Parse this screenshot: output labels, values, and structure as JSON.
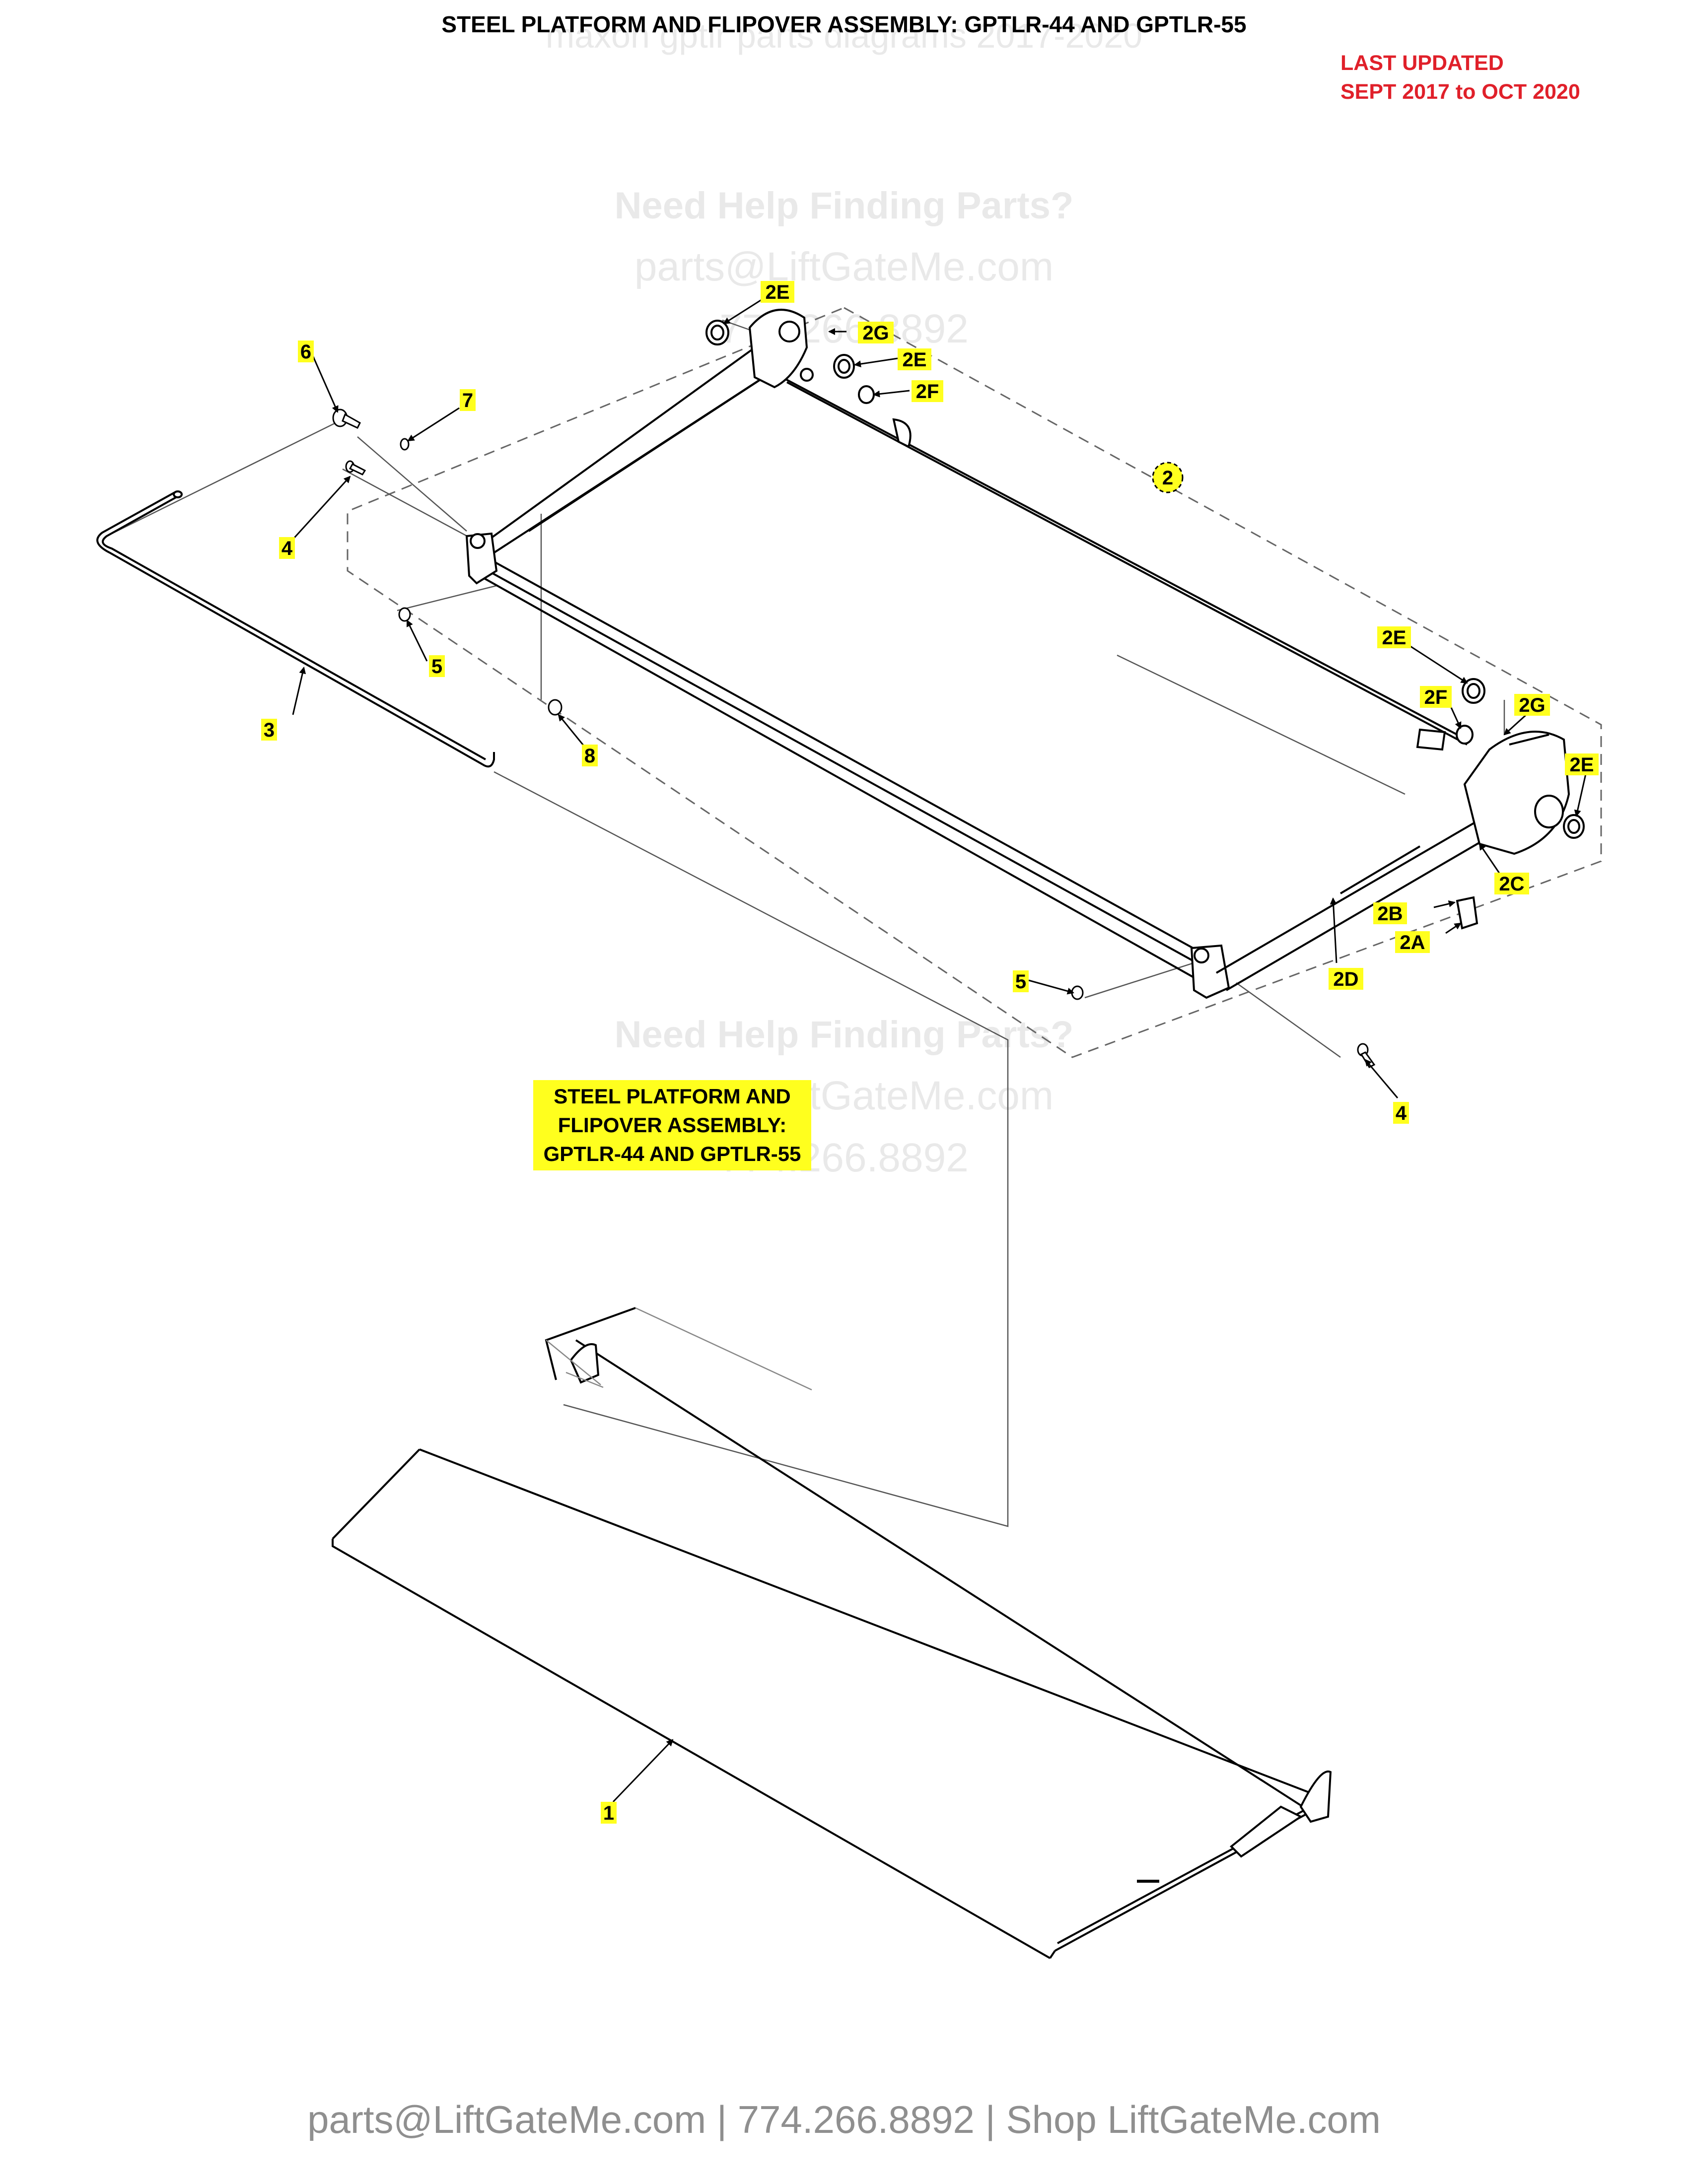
{
  "header": {
    "title": "STEEL PLATFORM AND FLIPOVER ASSEMBLY: GPTLR-44 AND GPTLR-55",
    "updated_line1": "LAST UPDATED",
    "updated_line2": "SEPT 2017 to OCT 2020",
    "faint_subtitle": "maxon gptlr parts diagrams 2017-2020"
  },
  "watermark": {
    "line1": "Need Help Finding Parts?",
    "line2": "parts@LiftGateMe.com",
    "line3": "774.266.8892"
  },
  "center_label": {
    "line1": "STEEL PLATFORM AND",
    "line2": "FLIPOVER ASSEMBLY:",
    "line3": "GPTLR-44 AND GPTLR-55"
  },
  "callouts": {
    "c1": "1",
    "c2": "2",
    "c2a": "2A",
    "c2b": "2B",
    "c2c": "2C",
    "c2d": "2D",
    "c2e": "2E",
    "c2f": "2F",
    "c2g": "2G",
    "c3": "3",
    "c4": "4",
    "c5": "5",
    "c6": "6",
    "c7": "7",
    "c8": "8"
  },
  "footer": {
    "text": "parts@LiftGateMe.com | 774.266.8892 | Shop LiftGateMe.com"
  },
  "colors": {
    "highlight": "#ffff1e",
    "updated_red": "#e0202a",
    "footer_gray": "#8f8f8f",
    "watermark_gray": "#e9e9e9"
  }
}
